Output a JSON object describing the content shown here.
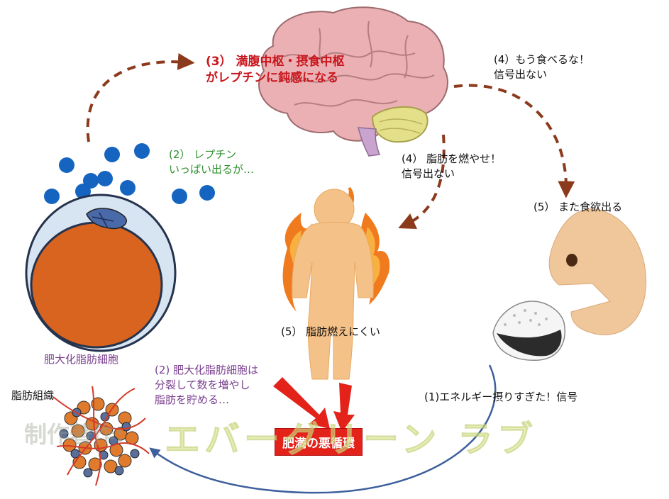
{
  "labels": {
    "step3_line1": "(3） 満腹中枢・摂食中枢",
    "step3_line2": "がレプチンに鈍感になる",
    "step4a_line1": "(4）もう食べるな！",
    "step4a_line2": "信号出ない",
    "step4b_line1": "(4） 脂肪を燃やせ！",
    "step4b_line2": "信号出ない",
    "step2a_line1": "(2） レプチン",
    "step2a_line2": "いっぱい出るが…",
    "step5a": "(5） また食欲出る",
    "step5b": "(5） 脂肪燃えにくい",
    "cell_label": "肥大化脂肪細胞",
    "tissue_label": "脂肪組織",
    "step2b_line1": "(2) 肥大化脂肪細胞は",
    "step2b_line2": "分裂して数を増やし",
    "step2b_line3": "脂肪を貯める…",
    "step1": "(1)エネルギー摂りすぎた！信号",
    "cycle_box": "肥満の悪循環"
  },
  "watermark": {
    "prefix": "制作著作:",
    "main": "エバーグリーン ラブ"
  },
  "colors": {
    "red_label": "#c8161d",
    "green_label": "#2f8f2f",
    "purple_label": "#7a3f8f",
    "arrow_brown": "#8b3a1c",
    "leptin_blue": "#1565c0",
    "cycle_box": "#e32219"
  }
}
